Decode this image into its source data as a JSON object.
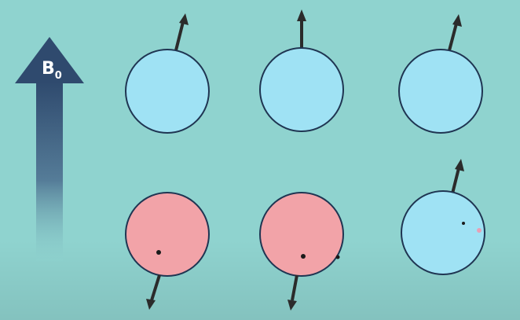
{
  "field_label": {
    "main": "B",
    "subscript": "0"
  },
  "colors": {
    "background": "#8fd3cf",
    "field_arrow_top": "#2f4a6e",
    "field_arrow_bottom": "#8fd3cf",
    "spin_up_fill": "#9fe2f4",
    "spin_down_fill": "#f2a3a8",
    "sphere_stroke": "#1f3552",
    "spin_arrow": "#2b2b2b"
  },
  "spins": [
    {
      "id": "top-left",
      "state": "up",
      "color": "blue"
    },
    {
      "id": "top-middle",
      "state": "up",
      "color": "blue"
    },
    {
      "id": "top-right",
      "state": "up",
      "color": "blue"
    },
    {
      "id": "bottom-left",
      "state": "down",
      "color": "red"
    },
    {
      "id": "bottom-middle",
      "state": "down",
      "color": "red"
    },
    {
      "id": "bottom-right",
      "state": "up",
      "color": "blue"
    }
  ]
}
